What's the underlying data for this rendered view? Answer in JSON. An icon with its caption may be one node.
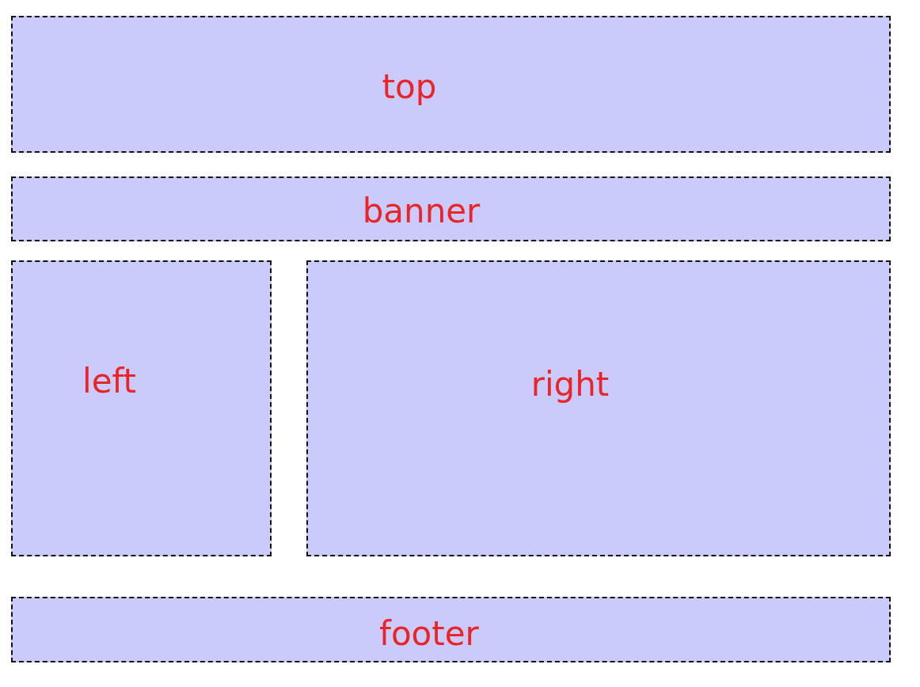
{
  "diagram": {
    "nodes": [
      {
        "text": [
          "top"
        ]
      },
      {
        "text": [
          "banner"
        ]
      },
      {
        "text": [
          "left"
        ]
      },
      {
        "text": [
          "right"
        ]
      },
      {
        "text": [
          "footer"
        ]
      }
    ],
    "edges": []
  }
}
